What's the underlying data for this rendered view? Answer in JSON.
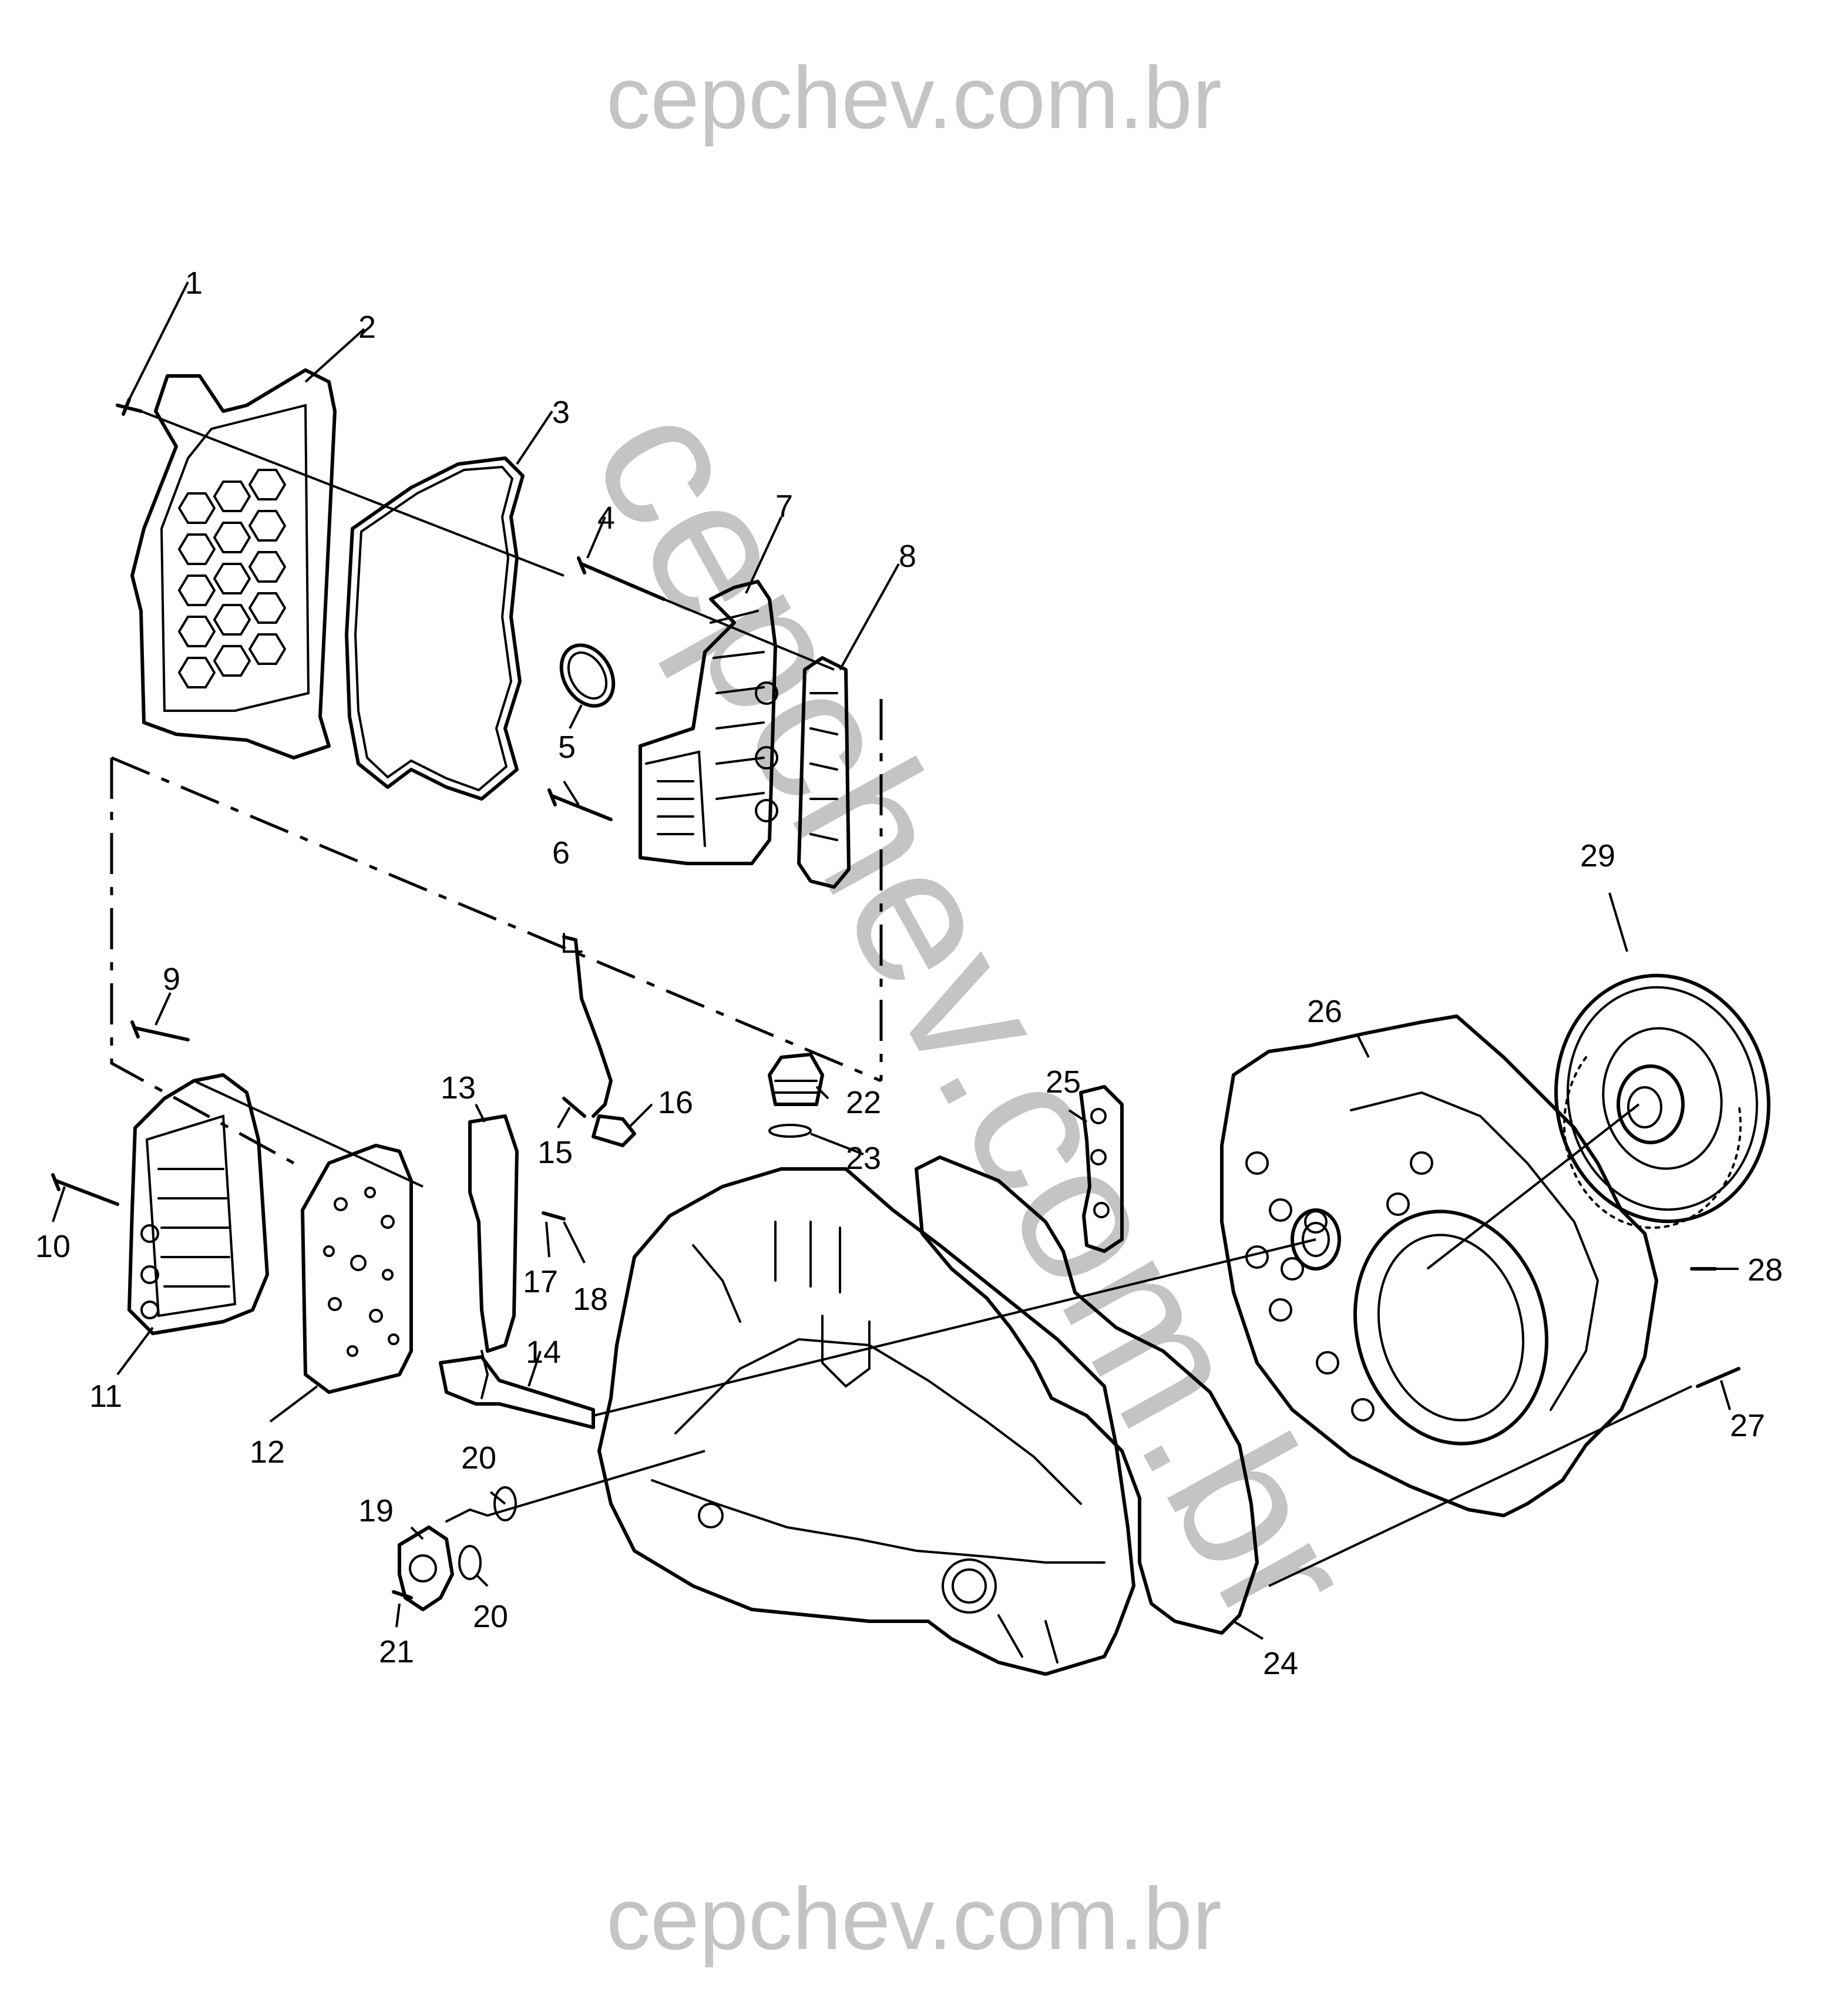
{
  "watermark": {
    "top": "cepchev.com.br",
    "diagonal": "cepchev.com.br",
    "bottom": "cepchev.com.br",
    "color": "#c4c4c4"
  },
  "callouts": [
    "1",
    "2",
    "3",
    "4",
    "5",
    "6",
    "7",
    "8",
    "9",
    "10",
    "11",
    "12",
    "13",
    "14",
    "15",
    "16",
    "17",
    "18",
    "19",
    "20",
    "20",
    "21",
    "22",
    "23",
    "24",
    "25",
    "26",
    "27",
    "28",
    "29"
  ]
}
